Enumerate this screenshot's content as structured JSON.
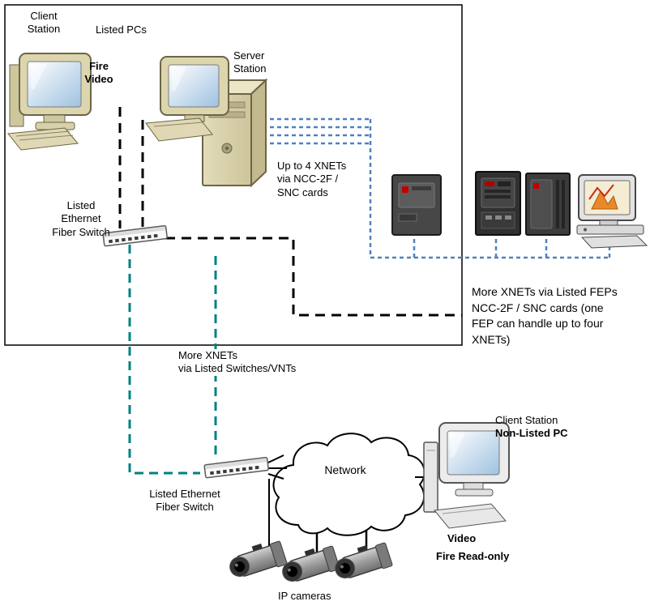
{
  "colors": {
    "black_line": "#000000",
    "blue_line": "#4f81bd",
    "teal_line": "#008080"
  },
  "top": {
    "client_station": "Client\nStation",
    "listed_pcs": "Listed PCs",
    "fire_video": "Fire\nVideo",
    "server_station": "Server\nStation",
    "xnets_note": "Up to 4 XNETs\nvia NCC-2F /\nSNC cards",
    "switch_label": "Listed\nEthernet\nFiber Switch"
  },
  "right": {
    "feps_note": "More XNETs via Listed FEPs\nNCC-2F / SNC cards (one\nFEP can handle up to four\nXNETs)"
  },
  "middle": {
    "more_xnets": "More XNETs\nvia Listed Switches/VNTs"
  },
  "bottom": {
    "switch_label": "Listed Ethernet\nFiber Switch",
    "network": "Network",
    "client_station": "Client Station",
    "non_listed_pc": "Non-Listed PC",
    "video": "Video",
    "fire_readonly": "Fire Read-only",
    "ip_cameras": "IP cameras"
  }
}
